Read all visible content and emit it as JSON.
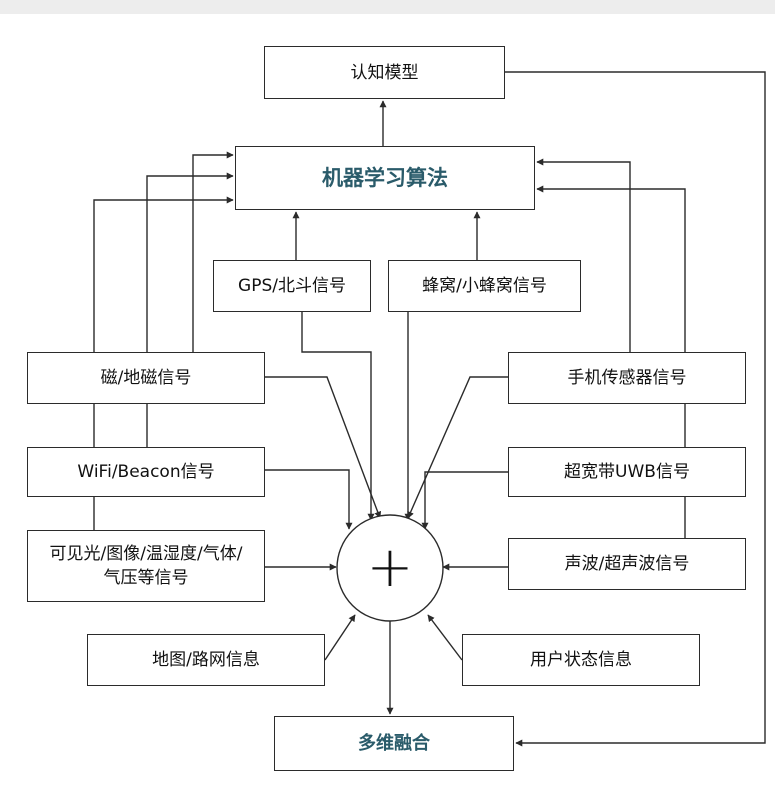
{
  "diagram": {
    "top_model": "认知模型",
    "ml_algorithm": "机器学习算法",
    "gps_beidou": "GPS/北斗信号",
    "cellular": "蜂窝/小蜂窝信号",
    "magnetic": "磁/地磁信号",
    "wifi_beacon": "WiFi/Beacon信号",
    "visible_light": "可见光/图像/温湿度/气体/气压等信号",
    "map_roadnet": "地图/路网信息",
    "phone_sensor": "手机传感器信号",
    "uwb": "超宽带UWB信号",
    "acoustic": "声波/超声波信号",
    "user_state": "用户状态信息",
    "fusion_symbol": "+",
    "multi_fusion": "多维融合"
  },
  "colors": {
    "accent_text": "#2a5b6a",
    "line": "#2b2b2b"
  }
}
